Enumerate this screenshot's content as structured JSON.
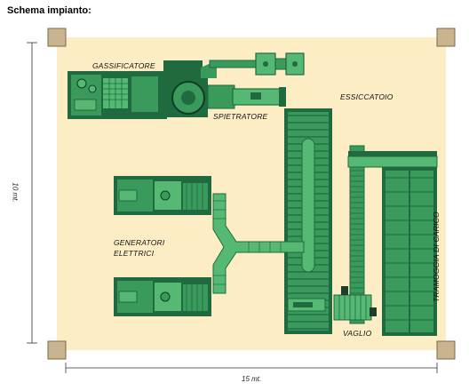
{
  "title": "Schema impianto:",
  "labels": {
    "gasifier": "GASSIFICATORE",
    "dryer": "ESSICCATOIO",
    "stripper": "SPIETRATORE",
    "generators_line1": "GENERATORI",
    "generators_line2": "ELETTRICI",
    "hopper": "TRAMOGGIA DI CARICO",
    "screen": "VAGLIO"
  },
  "dimensions": {
    "height": "10 mt.",
    "width": "15 mt."
  },
  "colors": {
    "background_area": "#fcedc4",
    "dark_green": "#1f6b3f",
    "mid_green": "#3a9a5c",
    "light_green": "#55b873",
    "pad": "#c9b48f"
  }
}
